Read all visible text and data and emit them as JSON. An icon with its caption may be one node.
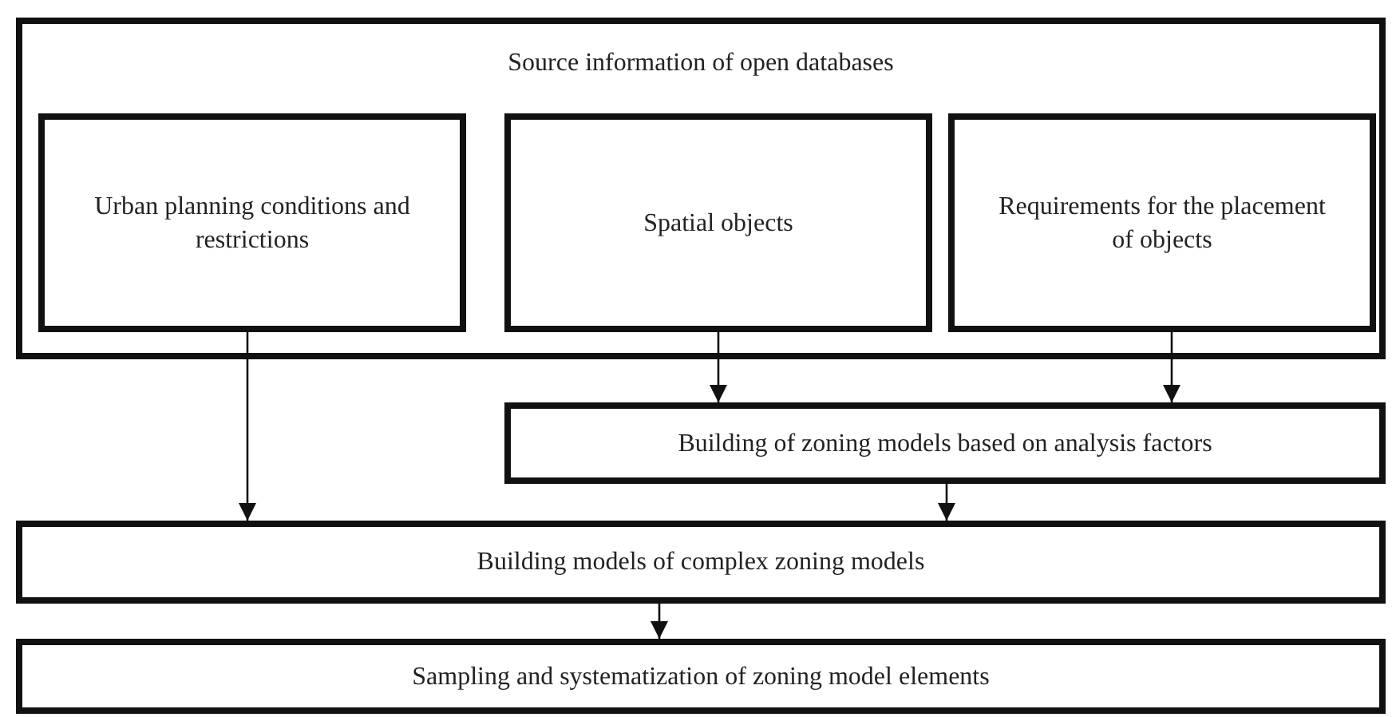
{
  "diagram": {
    "nodes": [
      {
        "text": [
          "Source information of open databases"
        ]
      },
      {
        "text": [
          "Urban planning conditions and restrictions"
        ],
        "in": 0
      },
      {
        "text": [
          "Spatial objects"
        ],
        "in": 0
      },
      {
        "text": [
          "Requirements for the placement of objects"
        ],
        "in": 0
      },
      {
        "text": [
          "Building of zoning models based on analysis factors"
        ]
      },
      {
        "text": [
          "Building models of complex zoning models"
        ]
      },
      {
        "text": [
          "Sampling and systematization of zoning model elements"
        ]
      }
    ],
    "edges": [
      {
        "from": 1,
        "to": 5,
        "arrow": "to"
      },
      {
        "from": 2,
        "to": 4,
        "arrow": "to"
      },
      {
        "from": 3,
        "to": 4,
        "arrow": "to"
      },
      {
        "from": 4,
        "to": 5,
        "arrow": "to"
      },
      {
        "from": 5,
        "to": 6,
        "arrow": "to"
      }
    ]
  }
}
